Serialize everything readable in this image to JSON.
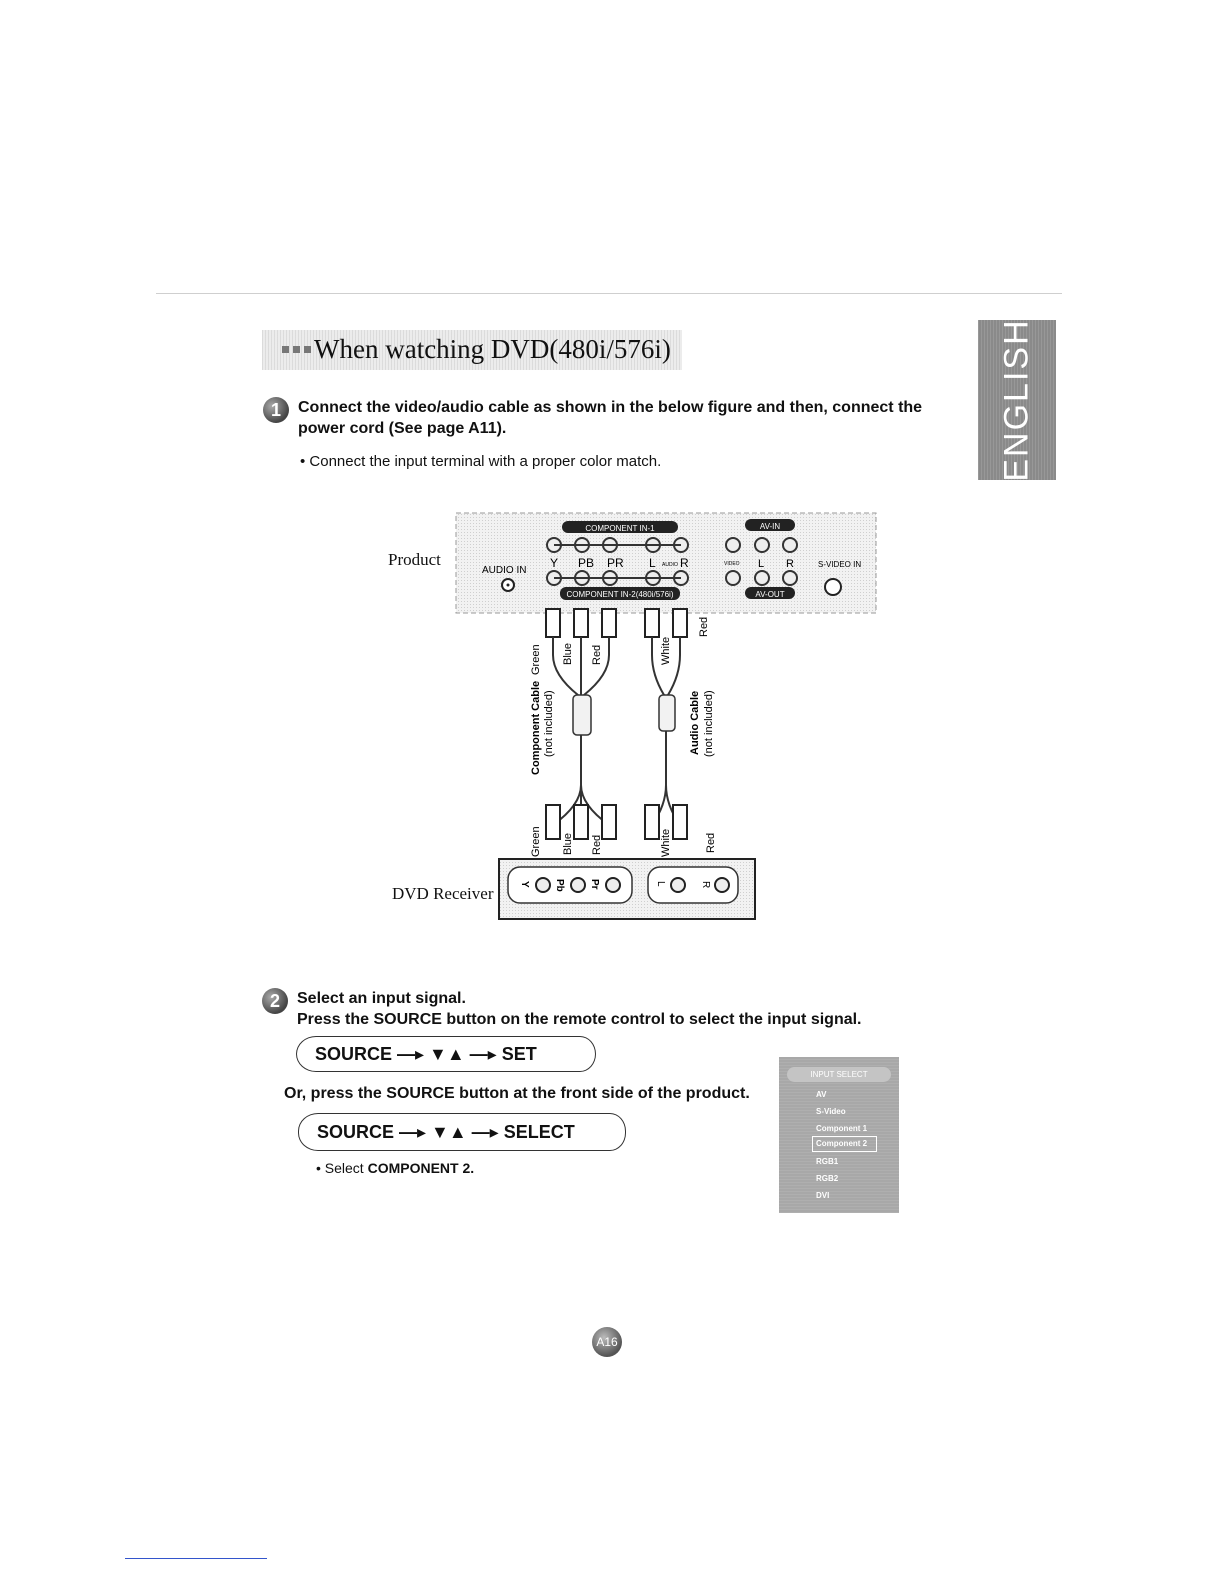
{
  "side_tab": {
    "language": "ENGLISH"
  },
  "section": {
    "title": "When watching DVD(480i/576i)"
  },
  "step1": {
    "number": "1",
    "text_line1": "Connect the video/audio cable as shown in the below figure and then, connect the",
    "text_line2": "power cord (See page A11).",
    "note": "• Connect the input terminal with a proper color match."
  },
  "diagram": {
    "product_label": "Product",
    "dvd_label": "DVD Receiver",
    "audio_in": "AUDIO IN",
    "component_in1": "COMPONENT IN-1",
    "component_in2": "COMPONENT IN-2(480i/576i)",
    "av_in": "AV-IN",
    "av_out": "AV-OUT",
    "s_video_in": "S-VIDEO IN",
    "jack_y": "Y",
    "jack_pb": "PB",
    "jack_pr": "PR",
    "jack_l": "L",
    "jack_audio_small": "AUDIO",
    "jack_r": "R",
    "jack_video": "VIDEO",
    "wire_green": "Green",
    "wire_blue": "Blue",
    "wire_red": "Red",
    "wire_white": "White",
    "component_cable": "Component Cable",
    "component_not_included": "(not included)",
    "audio_cable": "Audio Cable",
    "audio_not_included": "(not included)",
    "dvd_y": "Y",
    "dvd_pb": "Pb",
    "dvd_pr": "Pr",
    "dvd_l": "L",
    "dvd_r": "R"
  },
  "step2": {
    "number": "2",
    "text_line1": "Select an input signal.",
    "text_line2": "Press the SOURCE button on the remote control to select the input signal.",
    "cmd1": "SOURCE —▸ ▼▲ —▸ SET",
    "or_text": "Or, press the SOURCE button at the front side of the product.",
    "cmd2": "SOURCE —▸ ▼▲ —▸ SELECT",
    "note_prefix": "• Select ",
    "note_value": "COMPONENT 2."
  },
  "input_menu": {
    "title": "INPUT SELECT",
    "items": [
      "AV",
      "S-Video",
      "Component 1",
      "Component 2",
      "RGB1",
      "RGB2",
      "DVI"
    ],
    "selected_index": 3
  },
  "page": {
    "number": "A16"
  }
}
